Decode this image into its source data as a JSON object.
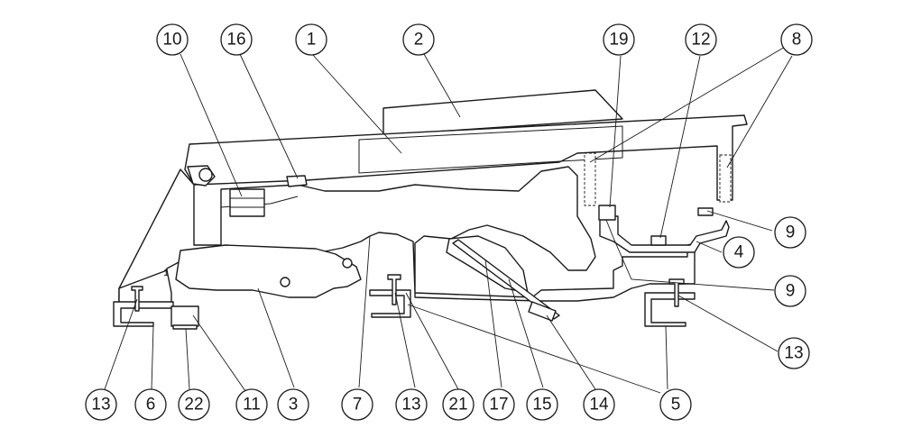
{
  "callouts": {
    "c10": "10",
    "c16": "16",
    "c1": "1",
    "c2": "2",
    "c19": "19",
    "c12": "12",
    "c8": "8",
    "c9a": "9",
    "c4": "4",
    "c9b": "9",
    "c13r": "13",
    "c5": "5",
    "c13l": "13",
    "c6": "6",
    "c22": "22",
    "c11": "11",
    "c3": "3",
    "c7": "7",
    "c13m": "13",
    "c21": "21",
    "c17": "17",
    "c15": "15",
    "c14": "14"
  },
  "small_mark": "1"
}
